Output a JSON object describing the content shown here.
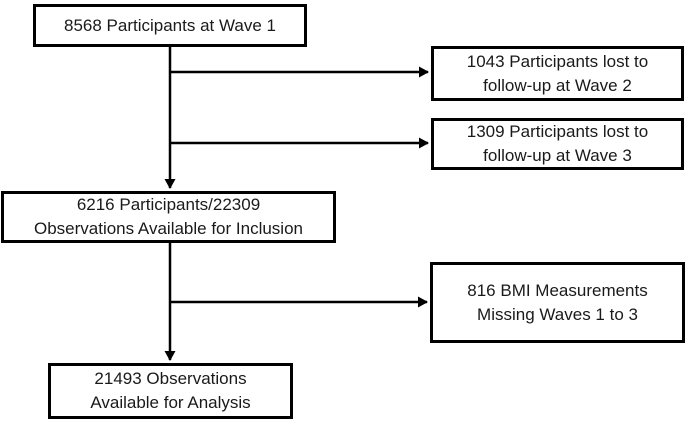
{
  "diagram": {
    "type": "participant-flow-chart",
    "colors": {
      "background": "#ffffff",
      "box_border": "#000000",
      "text": "#1a1a1a",
      "arrow": "#000000"
    },
    "boxes": {
      "wave1": {
        "lines": [
          "8568 Participants at Wave 1"
        ]
      },
      "lost_wave2": {
        "lines": [
          "1043 Participants lost to",
          "follow-up at Wave 2"
        ]
      },
      "lost_wave3": {
        "lines": [
          "1309 Participants lost to",
          "follow-up at Wave 3"
        ]
      },
      "inclusion": {
        "lines": [
          "6216 Participants/22309",
          "Observations Available for Inclusion"
        ]
      },
      "missing_bmi": {
        "lines": [
          "816 BMI Measurements",
          "Missing Waves 1 to 3"
        ]
      },
      "analysis": {
        "lines": [
          "21493 Observations",
          "Available for Analysis"
        ]
      }
    }
  }
}
